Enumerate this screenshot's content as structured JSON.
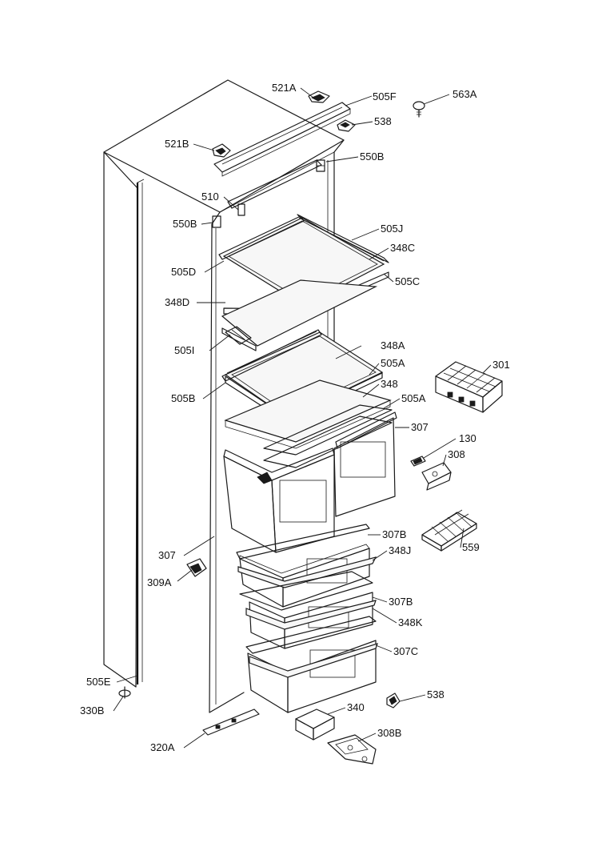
{
  "labels": {
    "l521A": "521A",
    "l505F": "505F",
    "l563A": "563A",
    "l538a": "538",
    "l521B": "521B",
    "l550Ba": "550B",
    "l510": "510",
    "l550Bb": "550B",
    "l505J": "505J",
    "l348C": "348C",
    "l505D": "505D",
    "l505C": "505C",
    "l348D": "348D",
    "l348A": "348A",
    "l505I": "505I",
    "l505Aa": "505A",
    "l301": "301",
    "l348": "348",
    "l505B": "505B",
    "l505Ab": "505A",
    "l307a": "307",
    "l130": "130",
    "l308": "308",
    "l307Ba": "307B",
    "l559": "559",
    "l307b": "307",
    "l348J": "348J",
    "l309A": "309A",
    "l307Bb": "307B",
    "l348K": "348K",
    "l307C": "307C",
    "l505E": "505E",
    "l538b": "538",
    "l330B": "330B",
    "l340": "340",
    "l308B": "308B",
    "l320A": "320A"
  }
}
